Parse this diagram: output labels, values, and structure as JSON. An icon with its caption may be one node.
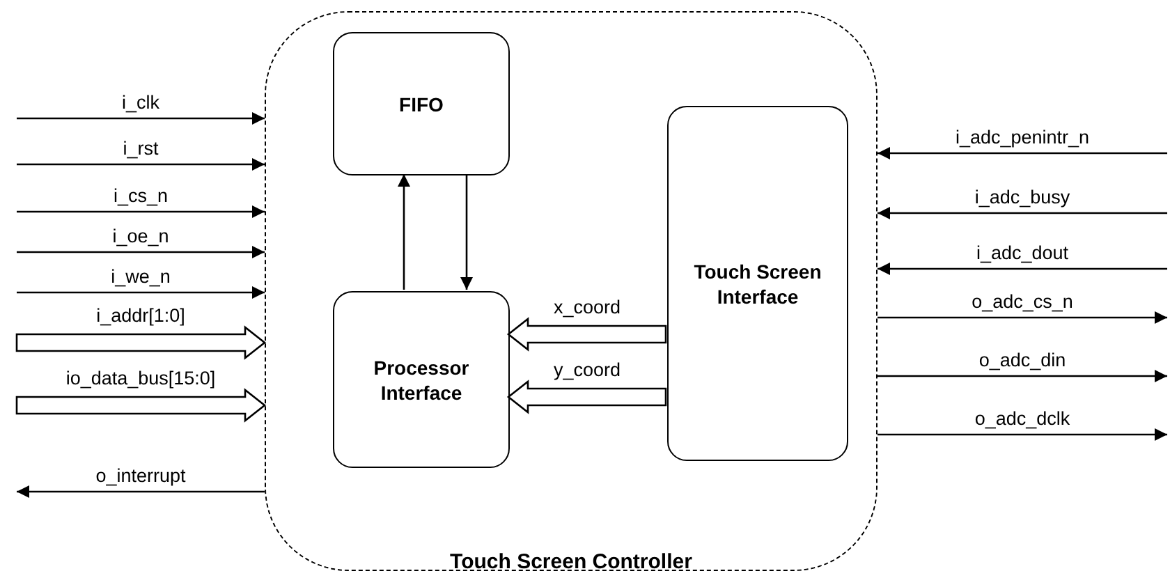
{
  "diagram": {
    "nodes": [
      {
        "text": [
          "Touch Screen Controller"
        ]
      },
      {
        "text": [
          "FIFO"
        ],
        "in": 0
      },
      {
        "text": [
          "Processor Interface"
        ],
        "in": 0
      },
      {
        "text": [
          "Touch Screen Interface"
        ],
        "in": 0
      }
    ],
    "edges": [
      {
        "from": null,
        "to": 0,
        "arrow": "to",
        "label": "i_clk"
      },
      {
        "from": null,
        "to": 0,
        "arrow": "to",
        "label": "i_rst"
      },
      {
        "from": null,
        "to": 0,
        "arrow": "to",
        "label": "i_cs_n"
      },
      {
        "from": null,
        "to": 0,
        "arrow": "to",
        "label": "i_oe_n"
      },
      {
        "from": null,
        "to": 0,
        "arrow": "to",
        "label": "i_we_n"
      },
      {
        "from": null,
        "to": 0,
        "arrow": "to",
        "label": "i_addr[1:0]",
        "style": "thick"
      },
      {
        "from": null,
        "to": 0,
        "arrow": "to",
        "label": "io_data_bus[15:0]",
        "style": "thick"
      },
      {
        "from": 0,
        "to": null,
        "arrow": "to",
        "label": "o_interrupt"
      },
      {
        "from": 2,
        "to": 1,
        "arrow": "to"
      },
      {
        "from": 1,
        "to": 2,
        "arrow": "to"
      },
      {
        "from": 3,
        "to": 2,
        "arrow": "to",
        "label": "x_coord",
        "style": "thick"
      },
      {
        "from": 3,
        "to": 2,
        "arrow": "to",
        "label": "y_coord",
        "style": "thick"
      },
      {
        "from": null,
        "to": 0,
        "arrow": "to",
        "label": "i_adc_penintr_n"
      },
      {
        "from": null,
        "to": 0,
        "arrow": "to",
        "label": "i_adc_busy"
      },
      {
        "from": null,
        "to": 0,
        "arrow": "to",
        "label": "i_adc_dout"
      },
      {
        "from": 0,
        "to": null,
        "arrow": "to",
        "label": "o_adc_cs_n"
      },
      {
        "from": 0,
        "to": null,
        "arrow": "to",
        "label": "o_adc_din"
      },
      {
        "from": 0,
        "to": null,
        "arrow": "to",
        "label": "o_adc_dclk"
      }
    ]
  }
}
